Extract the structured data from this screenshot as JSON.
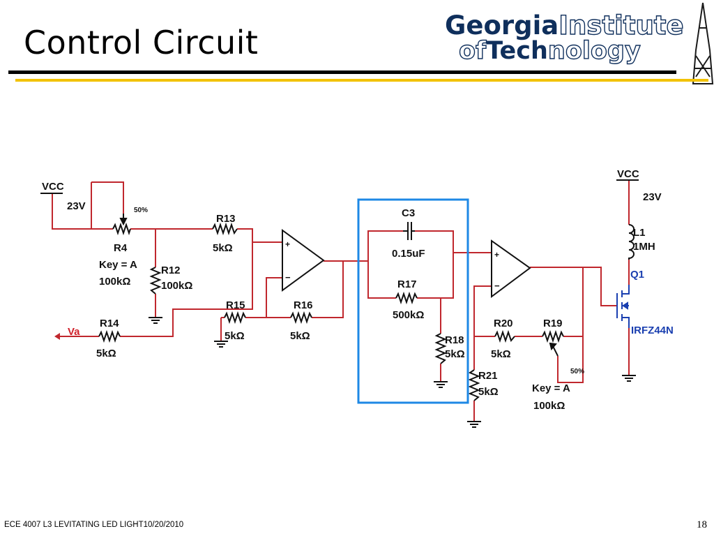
{
  "slide": {
    "title": "Control Circuit",
    "footer": "ECE 4007 L3  LEVITATING LED LIGHT10/20/2010",
    "page_number": "18"
  },
  "logo": {
    "line1_solid": "Georgia",
    "line1_outline": "Institute",
    "line2_outline_a": "of",
    "line2_solid": "Tech",
    "line2_outline_b": "nology",
    "color": "#0f2f5c"
  },
  "colors": {
    "wire": "#c0272d",
    "component": "#111111",
    "highlight_box": "#1e88e5",
    "input_label": "#d0202a",
    "mosfet_label": "#1a3fb0",
    "accent_rule": "#f2c200"
  },
  "circuit": {
    "left_supply": {
      "label": "VCC",
      "voltage": "23V"
    },
    "right_supply": {
      "label": "VCC",
      "voltage": "23V"
    },
    "input_label": "Va",
    "r4": {
      "name": "R4",
      "key": "Key = A",
      "value": "100kΩ",
      "setting": "50%"
    },
    "r12": {
      "name": "R12",
      "value": "100kΩ"
    },
    "r13": {
      "name": "R13",
      "value": "5kΩ"
    },
    "r14": {
      "name": "R14",
      "value": "5kΩ"
    },
    "r15": {
      "name": "R15",
      "value": "5kΩ"
    },
    "r16": {
      "name": "R16",
      "value": "5kΩ"
    },
    "c3": {
      "name": "C3",
      "value": "0.15uF"
    },
    "r17": {
      "name": "R17",
      "value": "500kΩ"
    },
    "r18": {
      "name": "R18",
      "value": "5kΩ"
    },
    "r20": {
      "name": "R20",
      "value": "5kΩ"
    },
    "r21": {
      "name": "R21",
      "value": "5kΩ"
    },
    "r19": {
      "name": "R19",
      "key": "Key = A",
      "value": "100kΩ",
      "setting": "50%"
    },
    "l1": {
      "name": "L1",
      "value": "1MH"
    },
    "q1": {
      "name": "Q1",
      "part": "IRFZ44N"
    },
    "opamp_plus": "+",
    "opamp_minus": "−"
  }
}
